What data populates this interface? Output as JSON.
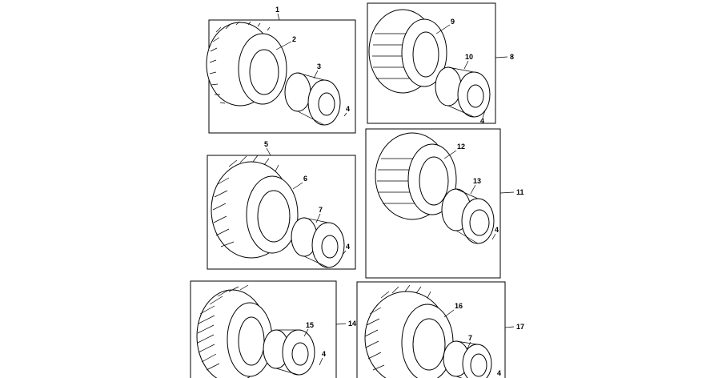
{
  "diagram": {
    "callouts": {
      "c1": "1",
      "c2": "2",
      "c3": "3",
      "c4a": "4",
      "c5": "5",
      "c6": "6",
      "c7a": "7",
      "c4b": "4",
      "c8": "8",
      "c9": "9",
      "c10": "10",
      "c4c": "4",
      "c11": "11",
      "c12": "12",
      "c13": "13",
      "c4d": "4",
      "c14": "14",
      "c15": "15",
      "c4e": "4",
      "c17": "17",
      "c16": "16",
      "c7b": "7",
      "c4f": "4"
    }
  }
}
